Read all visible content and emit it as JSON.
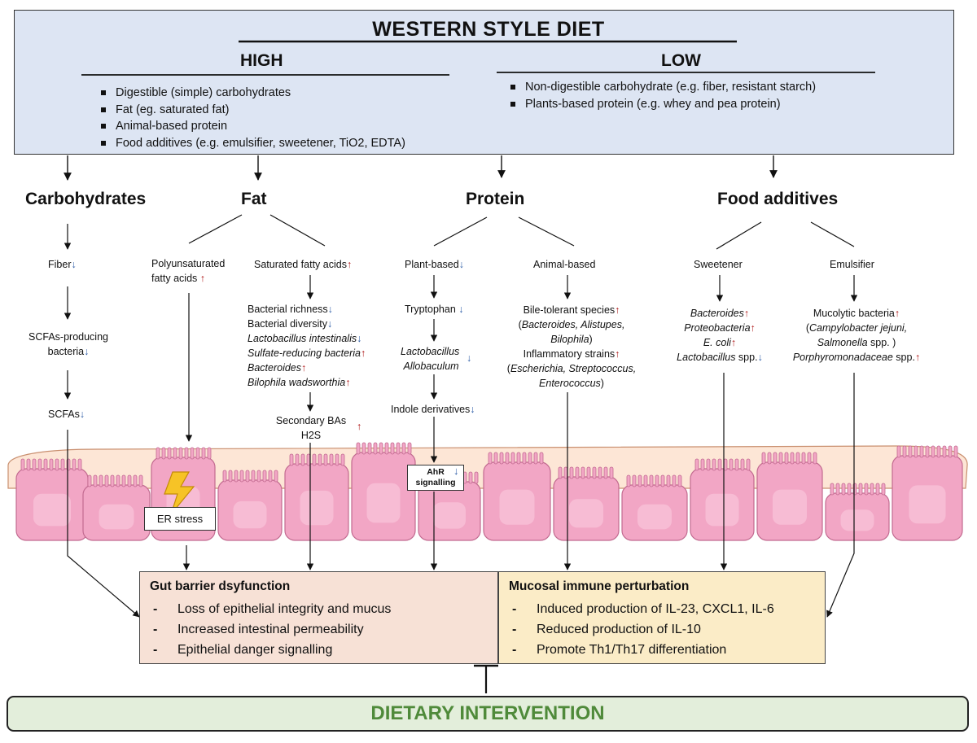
{
  "header": {
    "title": "WESTERN STYLE DIET",
    "high_label": "HIGH",
    "low_label": "LOW",
    "high_items": [
      "Digestible (simple) carbohydrates",
      "Fat (eg. saturated fat)",
      "Animal-based protein",
      "Food additives (e.g. emulsifier, sweetener, TiO2, EDTA)"
    ],
    "low_items": [
      "Non-digestible carbohydrate (e.g. fiber, resistant starch)",
      "Plants-based protein (e.g. whey and pea protein)"
    ]
  },
  "categories": {
    "carbohydrates": "Carbohydrates",
    "fat": "Fat",
    "protein": "Protein",
    "food_additives": "Food additives"
  },
  "carbs": {
    "fiber": "Fiber",
    "scfa_bacteria_1": "SCFAs-producing",
    "scfa_bacteria_2": "bacteria",
    "scfas": "SCFAs"
  },
  "fat": {
    "pufa_1": "Polyunsaturated",
    "pufa_2": "fatty acids",
    "sfa": "Saturated fatty acids",
    "effects": [
      "Bacterial richness",
      "Bacterial diversity",
      "Lactobacillus intestinalis",
      "Sulfate-reducing bacteria",
      "Bacteroides",
      "Bilophila wadsworthia"
    ],
    "secondary_bas": "Secondary BAs",
    "h2s": "H2S",
    "er_stress": "ER stress"
  },
  "protein": {
    "plant": "Plant-based",
    "tryptophan": "Tryptophan",
    "lacto": "Lactobacillus",
    "allo": "Allobaculum",
    "indole": "Indole derivatives",
    "ahr_1": "AhR",
    "ahr_2": "signalling",
    "animal": "Animal-based",
    "bile": "Bile-tolerant species",
    "bile_species_a": "Bacteroides, Alistupes,",
    "bile_species_b": "Bilophila",
    "inflam": "Inflammatory strains",
    "inflam_species_a": "Escherichia, Streptococcus,",
    "inflam_species_b": "Enterococcus"
  },
  "additives": {
    "sweetener": "Sweetener",
    "sweet_effects": [
      "Bacteroides",
      "Proteobacteria",
      "E. coli",
      "Lactobacillus"
    ],
    "spp": "spp.",
    "emulsifier": "Emulsifier",
    "mucolytic": "Mucolytic bacteria",
    "camp": "Campylobacter jejuni,",
    "salm": "Salmonella",
    "salm_spp": "spp. )",
    "porph": "Porphyromonadaceae"
  },
  "outcomes": {
    "barrier_title": "Gut barrier dsyfunction",
    "barrier_items": [
      "Loss of epithelial integrity and mucus",
      "Increased intestinal permeability",
      "Epithelial danger signalling"
    ],
    "immune_title": "Mucosal immune perturbation",
    "immune_items": [
      "Induced production of IL-23, CXCL1, IL-6",
      "Reduced production of IL-10",
      "Promote Th1/Th17 differentiation"
    ]
  },
  "intervention": "DIETARY INTERVENTION",
  "arrows": {
    "up": "↑",
    "down": "↓"
  },
  "colors": {
    "top_box": "#dde5f3",
    "barrier_box": "#f7e1d6",
    "immune_box": "#fbecc7",
    "intervention_box": "#e3eedb",
    "intervention_text": "#4f8a3a",
    "up_arrow": "#b01c1c",
    "down_arrow": "#2f5ea8",
    "epithelium": "#f2a6c5"
  }
}
